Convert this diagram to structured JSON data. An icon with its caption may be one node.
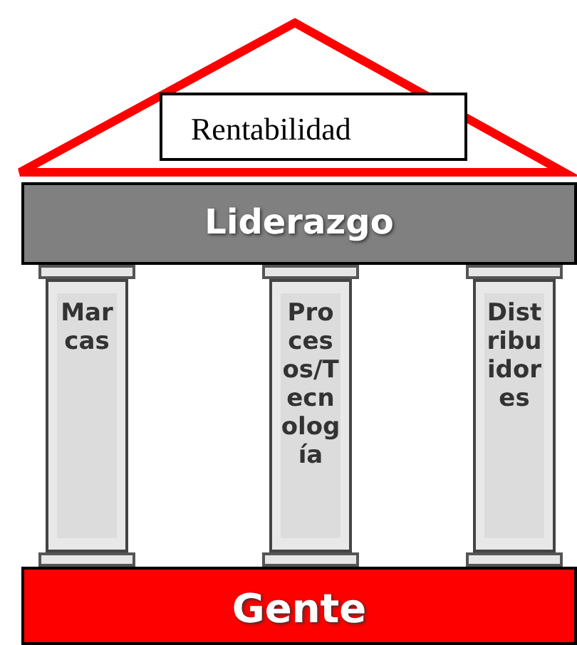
{
  "diagram": {
    "nodes": [
      {
        "text": [
          "Rentabilidad"
        ]
      },
      {
        "text": [
          "Liderazgo"
        ]
      },
      {
        "text": [
          "Marcas"
        ]
      },
      {
        "text": [
          "Procesos/Tecnología"
        ]
      },
      {
        "text": [
          "Distribuidores"
        ]
      },
      {
        "text": [
          "Gente"
        ]
      }
    ]
  }
}
